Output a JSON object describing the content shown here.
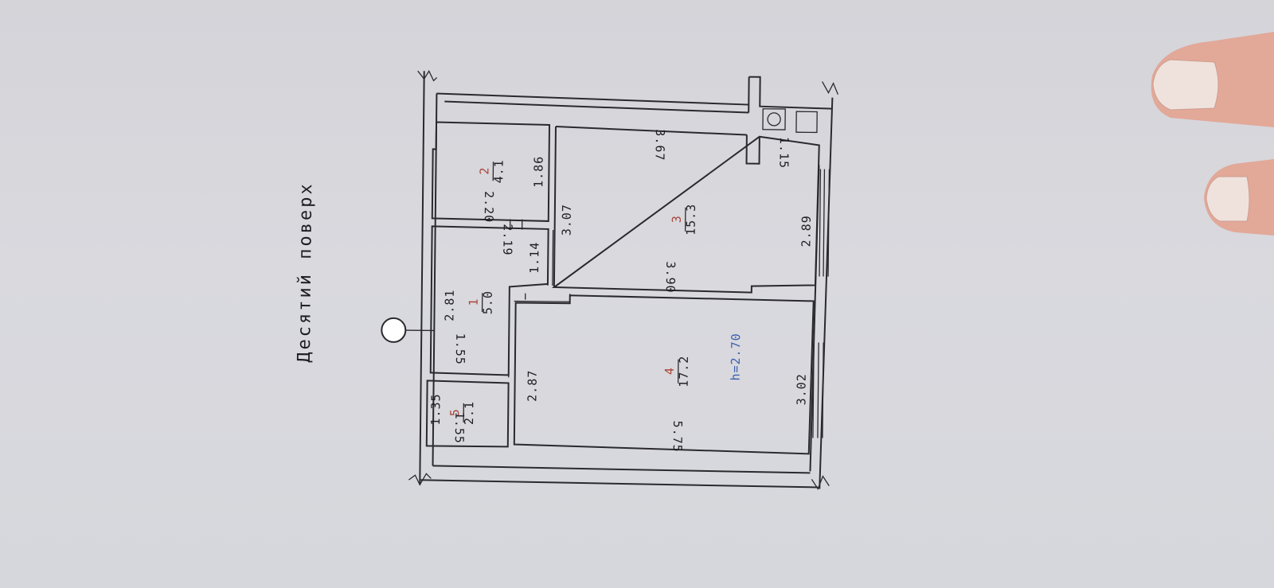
{
  "title": "Десятий поверх",
  "height_label": "h=2.70",
  "rooms": [
    {
      "number": "1",
      "area": "5.0",
      "dims": [
        "2.81",
        "1.55"
      ]
    },
    {
      "number": "2",
      "area": "4.1",
      "dims": [
        "2.20",
        "1.86"
      ]
    },
    {
      "number": "3",
      "area": "15.3",
      "dims": [
        "3.67",
        "3.90",
        "3.07",
        "2.89",
        "1.15"
      ]
    },
    {
      "number": "4",
      "area": "17.2",
      "dims": [
        "5.75",
        "2.87",
        "3.02"
      ]
    },
    {
      "number": "5",
      "area": "2.1",
      "dims": [
        "1.35",
        "1.55"
      ]
    }
  ],
  "other_dims": [
    "2.19",
    "1.14"
  ]
}
